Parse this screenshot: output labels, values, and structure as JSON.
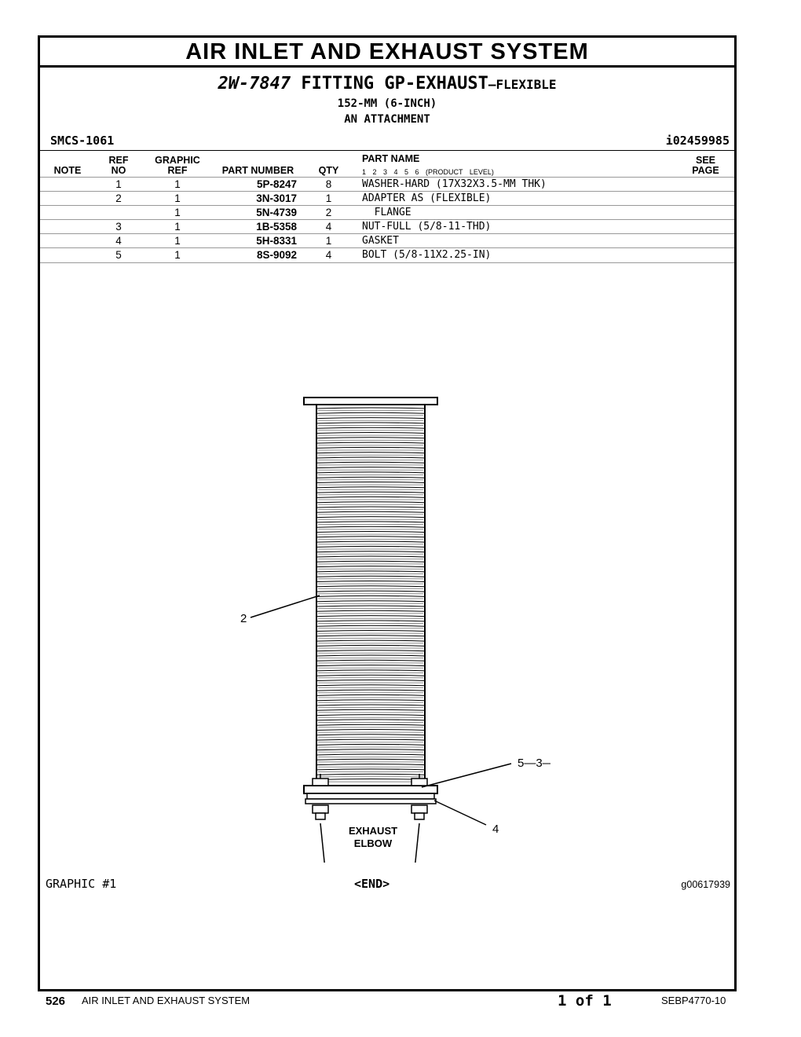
{
  "header": {
    "section_title": "AIR INLET AND EXHAUST SYSTEM",
    "group_part_number": "2W-7847",
    "group_name": "FITTING GP-EXHAUST",
    "group_suffix": "—FLEXIBLE",
    "size": "152-MM (6-INCH)",
    "attachment": "AN ATTACHMENT",
    "smcs": "SMCS-1061",
    "doc_id": "i02459985"
  },
  "table": {
    "columns": {
      "note": "NOTE",
      "ref_top": "REF",
      "ref_bottom": "NO",
      "graphic_top": "GRAPHIC",
      "graphic_bottom": "REF",
      "part_number": "PART NUMBER",
      "qty": "QTY",
      "part_name": "PART NAME",
      "levels": "1 2 3 4 5 6 (PRODUCT LEVEL)",
      "see_top": "SEE",
      "see_bottom": "PAGE"
    },
    "rows": [
      {
        "ref": "1",
        "graphic": "1",
        "part": "5P-8247",
        "qty": "8",
        "name": "WASHER-HARD (17X32X3.5-MM THK)"
      },
      {
        "ref": "2",
        "graphic": "1",
        "part": "3N-3017",
        "qty": "1",
        "name": "ADAPTER AS (FLEXIBLE)"
      },
      {
        "ref": "",
        "graphic": "1",
        "part": "5N-4739",
        "qty": "2",
        "name": "  FLANGE"
      },
      {
        "ref": "3",
        "graphic": "1",
        "part": "1B-5358",
        "qty": "4",
        "name": "NUT-FULL (5/8-11-THD)"
      },
      {
        "ref": "4",
        "graphic": "1",
        "part": "5H-8331",
        "qty": "1",
        "name": "GASKET"
      },
      {
        "ref": "5",
        "graphic": "1",
        "part": "8S-9092",
        "qty": "4",
        "name": "BOLT (5/8-11X2.25-IN)"
      }
    ]
  },
  "illustration": {
    "callout_2": "2",
    "callout_531": "5—3—1",
    "callout_4": "4",
    "label_line1": "EXHAUST",
    "label_line2": "ELBOW"
  },
  "graphic_label": "GRAPHIC #1",
  "end_label": "<END>",
  "graphic_ref": "g00617939",
  "footer": {
    "page_number": "526",
    "section": "AIR INLET AND EXHAUST SYSTEM",
    "page_of": "1 of 1",
    "doc_number": "SEBP4770-10"
  }
}
